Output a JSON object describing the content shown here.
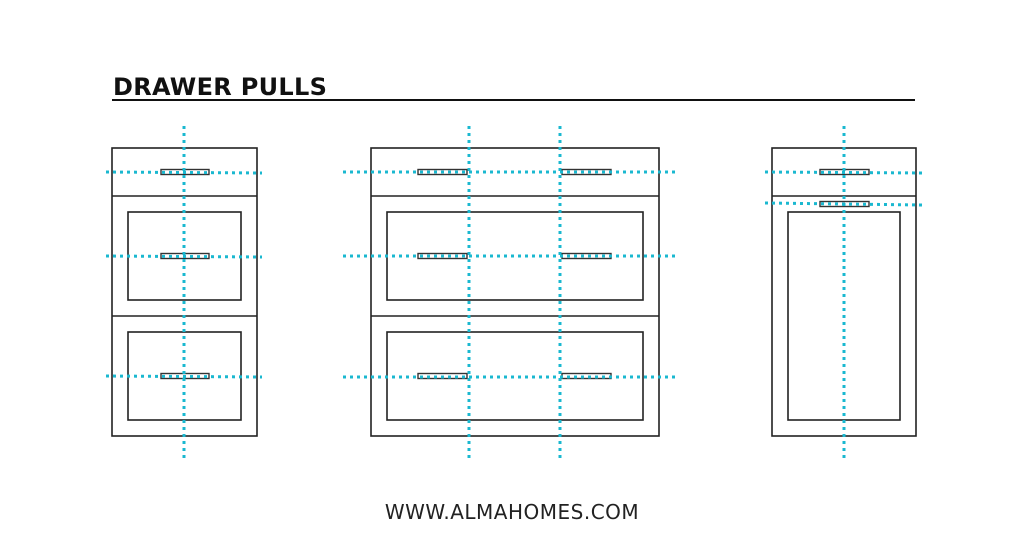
{
  "title": "DRAWER PULLS",
  "footer": "WWW.ALMAHOMES.COM",
  "colors": {
    "line": "#222222",
    "guide": "#1ab8d0",
    "background": "#ffffff"
  },
  "cabinets": [
    {
      "name": "three-drawer-single-pull",
      "drawers": 3,
      "pulls_per_drawer": 1
    },
    {
      "name": "three-drawer-double-pull",
      "drawers": 3,
      "pulls_per_drawer": 2
    },
    {
      "name": "drawer-over-door",
      "drawers": 1,
      "doors": 1,
      "pulls_per_drawer": 1
    }
  ]
}
